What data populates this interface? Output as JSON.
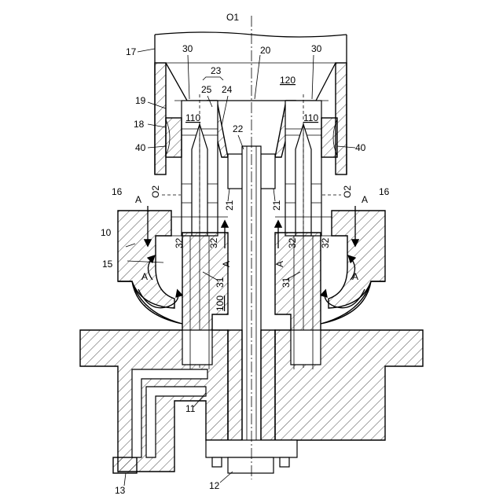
{
  "labels": {
    "O1": "O1",
    "O2_left": "O2",
    "O2_right": "O2",
    "n17": "17",
    "n30_left": "30",
    "n30_right": "30",
    "n20": "20",
    "n23": "23",
    "n25": "25",
    "n24": "24",
    "n120": "120",
    "n19": "19",
    "n18": "18",
    "n110_left": "110",
    "n110_right": "110",
    "n22": "22",
    "n40_left": "40",
    "n40_right": "40",
    "n21_left": "21",
    "n21_right": "21",
    "n16_left": "16",
    "n16_right": "16",
    "A_top_left": "A",
    "A_top_right": "A",
    "n10": "10",
    "n32_a": "32",
    "n32_b": "32",
    "n32_c": "32",
    "n32_d": "32",
    "A_mid_left": "A",
    "A_mid_right": "A",
    "n15": "15",
    "A_low_left": "A",
    "A_low_right": "A",
    "n31_left": "31",
    "n31_right": "31",
    "n100": "100",
    "n11": "11",
    "n12": "12",
    "n13": "13"
  }
}
